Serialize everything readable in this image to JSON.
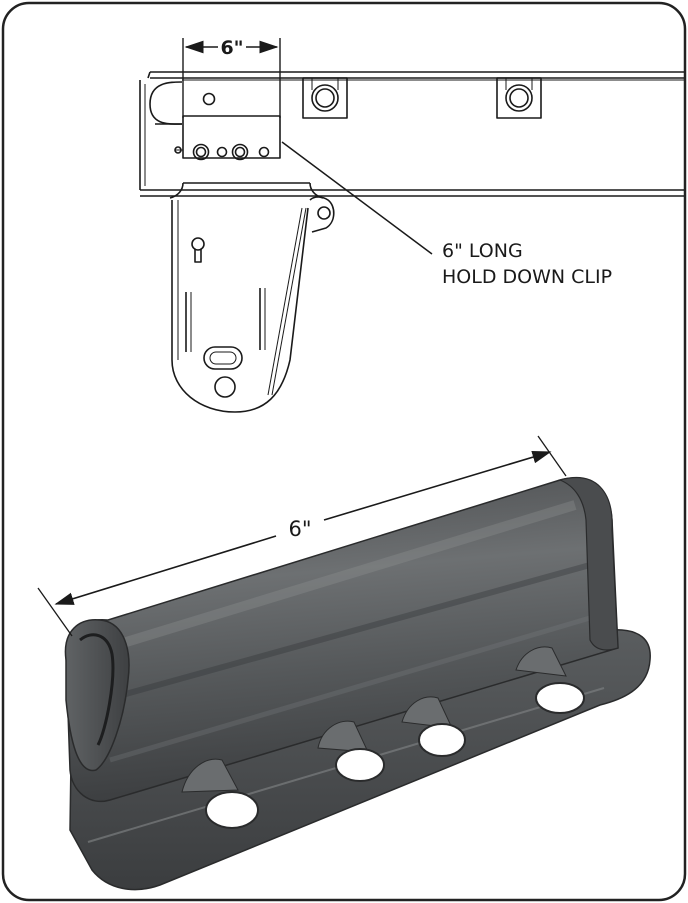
{
  "top_dimension": "6\"",
  "callout": {
    "line1": "6\" LONG",
    "line2": "HOLD DOWN CLIP"
  },
  "bottom_dimension": "6\"",
  "colors": {
    "frame": "#222222",
    "line": "#1a1a1a",
    "metal_dark": "#3a3c3e",
    "metal_mid": "#5f6264",
    "metal_light": "#8a8d8f"
  }
}
